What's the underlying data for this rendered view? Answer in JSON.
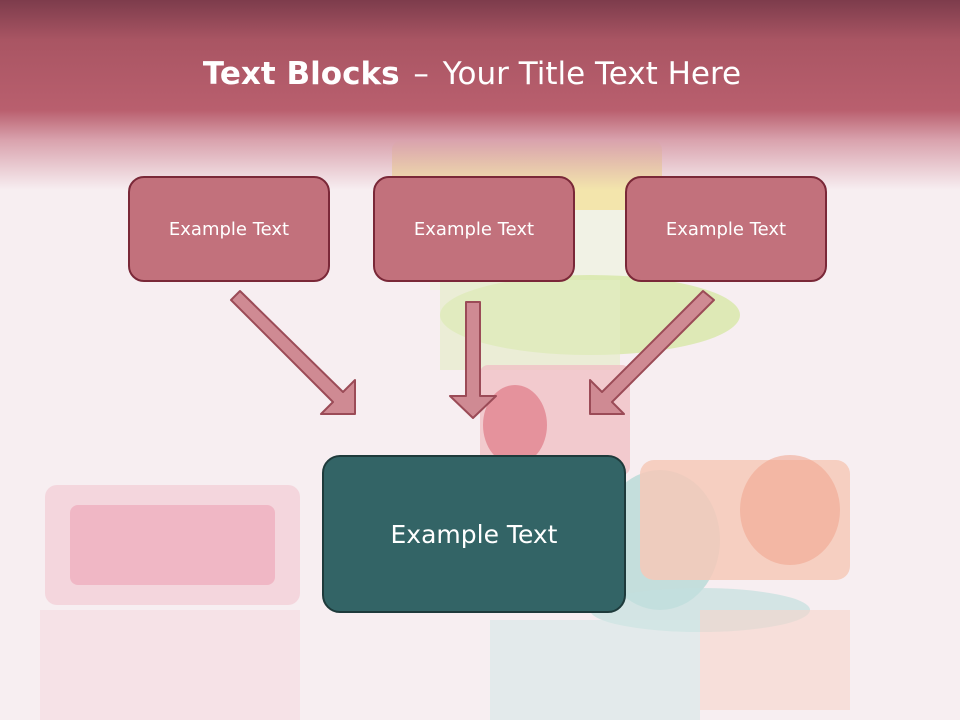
{
  "title": {
    "bold": "Text Blocks",
    "dash": "–",
    "rest": "Your Title Text Here"
  },
  "blocks": [
    {
      "label": "Example Text"
    },
    {
      "label": "Example Text"
    },
    {
      "label": "Example Text"
    }
  ],
  "main_block": {
    "label": "Example Text"
  },
  "colors": {
    "header": "#b95f6e",
    "small_box_fill": "#c2717c",
    "small_box_border": "#7a2838",
    "main_box_fill": "#336466",
    "arrow_fill": "#cf8a93",
    "arrow_stroke": "#9b4b57"
  }
}
